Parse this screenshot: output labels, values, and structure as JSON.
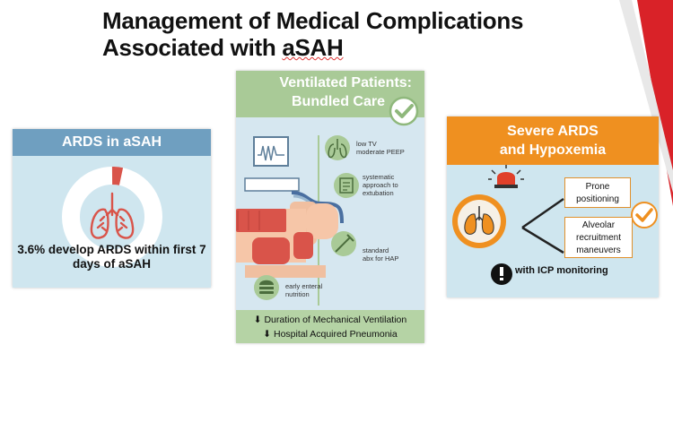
{
  "title": {
    "line1": "Management of Medical Complications",
    "line2_prefix": "Associated with ",
    "line2_term": "aSAH"
  },
  "panel_ards": {
    "header": "ARDS in aSAH",
    "stat": "3.6% develop ARDS within first 7 days of aSAH"
  },
  "panel_ventilated": {
    "header_line1": "Ventilated Patients:",
    "header_line2": "Bundled Care",
    "items": [
      {
        "line1": "low TV",
        "line2": "moderate PEEP",
        "icon": "lungs-icon"
      },
      {
        "line1": "systematic",
        "line2": "approach to",
        "line3": "extubation",
        "icon": "clipboard-icon"
      },
      {
        "line1": "standard",
        "line2": "abx for HAP",
        "icon": "syringe-icon"
      },
      {
        "line1": "early enteral",
        "line2": "nutrition",
        "icon": "burger-icon"
      }
    ],
    "footer_line1": "⬇ Duration of Mechanical Ventilation",
    "footer_line2": "⬇ Hospital Acquired Pneumonia"
  },
  "panel_severe": {
    "header_line1": "Severe ARDS",
    "header_line2": "and Hypoxemia",
    "option1_line1": "Prone",
    "option1_line2": "positioning",
    "option2_line1": "Alveolar",
    "option2_line2": "recruitment",
    "option2_line3": "maneuvers",
    "monitoring": "with ICP monitoring"
  },
  "colors": {
    "ards_header": "#6f9fc0",
    "vent_header": "#a9ca97",
    "severe_header": "#ef9020",
    "panel_bg": "#cfe6ef",
    "lung_red": "#d9544a",
    "accent_red": "#d92228"
  }
}
